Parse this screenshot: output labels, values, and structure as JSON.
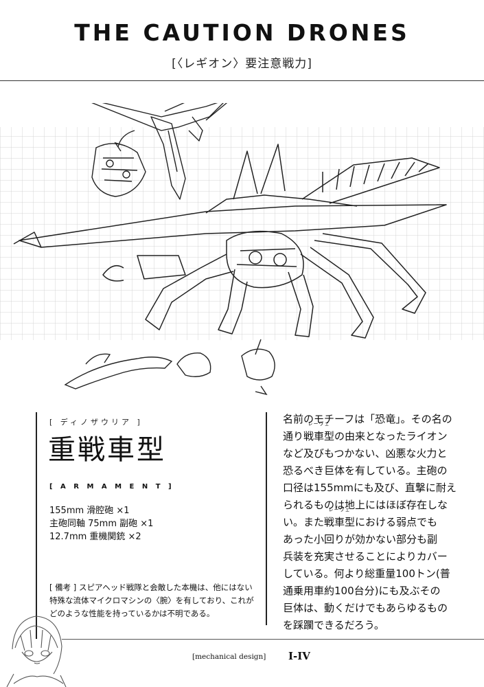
{
  "header": {
    "title": "THE CAUTION DRONES",
    "subtitle": "[〈レギオン〉要注意戦力]"
  },
  "unit": {
    "kana": "[ ディノザウリア ]",
    "name": "重戦車型"
  },
  "armament": {
    "heading": "[ A R M A M E N T ]",
    "items": [
      "155mm 滑腔砲 ×1",
      "主砲同軸 75mm 副砲 ×1",
      "12.7mm 重機関銃 ×2"
    ]
  },
  "note": {
    "text": "[ 備考 ] スピアヘッド戦隊と会敵した本機は、他にはない特殊な流体マイクロマシンの〈腕〉を有しており、これがどのような性能を持っているかは不明である。"
  },
  "description": {
    "ruby": "レーヴェ",
    "line1": "名前のモチーフは「恐竜」。その名の",
    "line2_pre": "通り",
    "line2_base": "戦車型",
    "line2_post": "の由来となったライオン",
    "line3": "など及びもつかない、凶悪な火力と",
    "line4": "恐るべき巨体を有している。主砲の",
    "line5": "口径は155mmにも及び、直撃に耐え",
    "line6": "られるものは地上にはほぼ存在しな",
    "line7_pre": "い。また",
    "line7_base": "戦車型",
    "line7_post": "における弱点でも",
    "line8": "あった小回りが効かない部分も副",
    "line9": "兵装を充実させることによりカバー",
    "line10": "している。何より総重量100トン(普",
    "line11": "通乗用車約100台分)にも及ぶその",
    "line12": "巨体は、動くだけでもあらゆるもの",
    "line13": "を踩躙できるだろう。"
  },
  "footer": {
    "label": "[mechanical design]",
    "page": "I-IV"
  }
}
